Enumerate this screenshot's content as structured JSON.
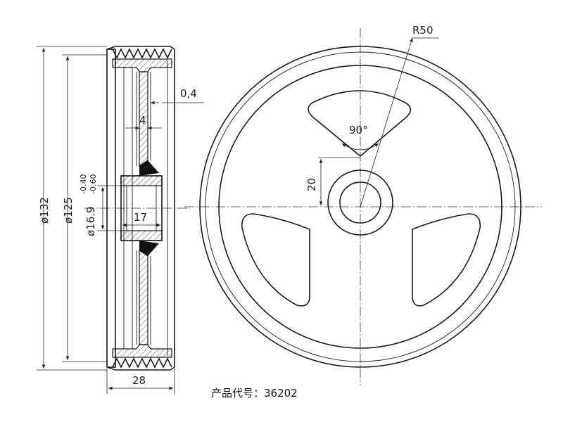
{
  "dimensions": {
    "outer_diameter": "ø132",
    "groove_diameter": "ø125",
    "hub_bore": "ø16.9",
    "bore_tol_upper": "-0.40",
    "bore_tol_lower": "-0.60",
    "hub_length": "17",
    "web_thickness": "4",
    "offset": "0,4",
    "total_width": "28",
    "radius": "R50",
    "angle": "90°",
    "hub_offset": "20"
  },
  "product_code_label": "产品代号：36202"
}
